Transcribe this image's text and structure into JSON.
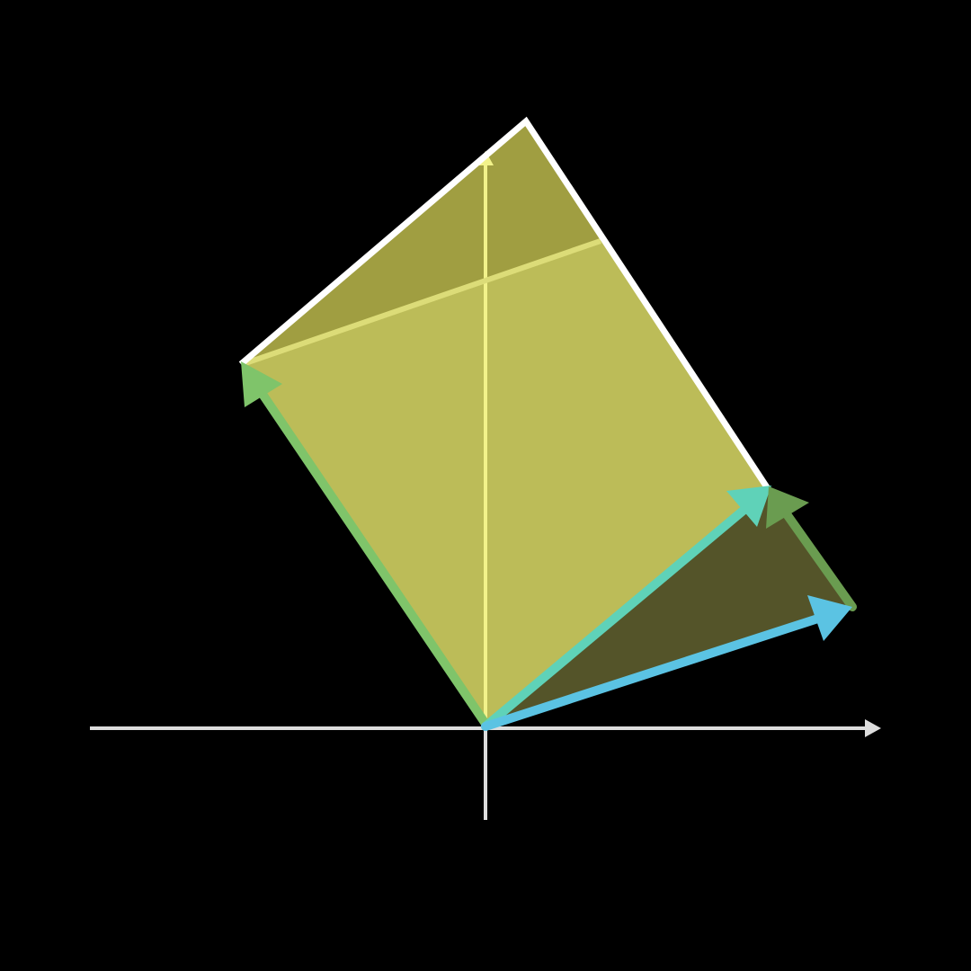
{
  "diagram": {
    "description_type": "vector-addition-parallelogram",
    "colors": {
      "background": "#000000",
      "axis": "#dddddd",
      "parallelogram_fill": "#c8cc5a",
      "parallelogram_outline": "#ffffff",
      "upper_shade": "#9f9d41",
      "lower_triangle_shade": "#545429",
      "vertical_guide": "#f5f58a",
      "diagonal_guide": "#dcdc78",
      "vector_blue": "#5bc3e3",
      "vector_teal": "#5fd2b8",
      "vector_green_light": "#7fc46a",
      "vector_green_dark": "#6a9c50"
    },
    "vectors": [
      {
        "name": "blue-vector",
        "color_key": "vector_blue"
      },
      {
        "name": "teal-vector",
        "color_key": "vector_teal"
      },
      {
        "name": "light-green-vector",
        "color_key": "vector_green_light"
      },
      {
        "name": "dark-green-vector",
        "color_key": "vector_green_dark"
      }
    ]
  }
}
